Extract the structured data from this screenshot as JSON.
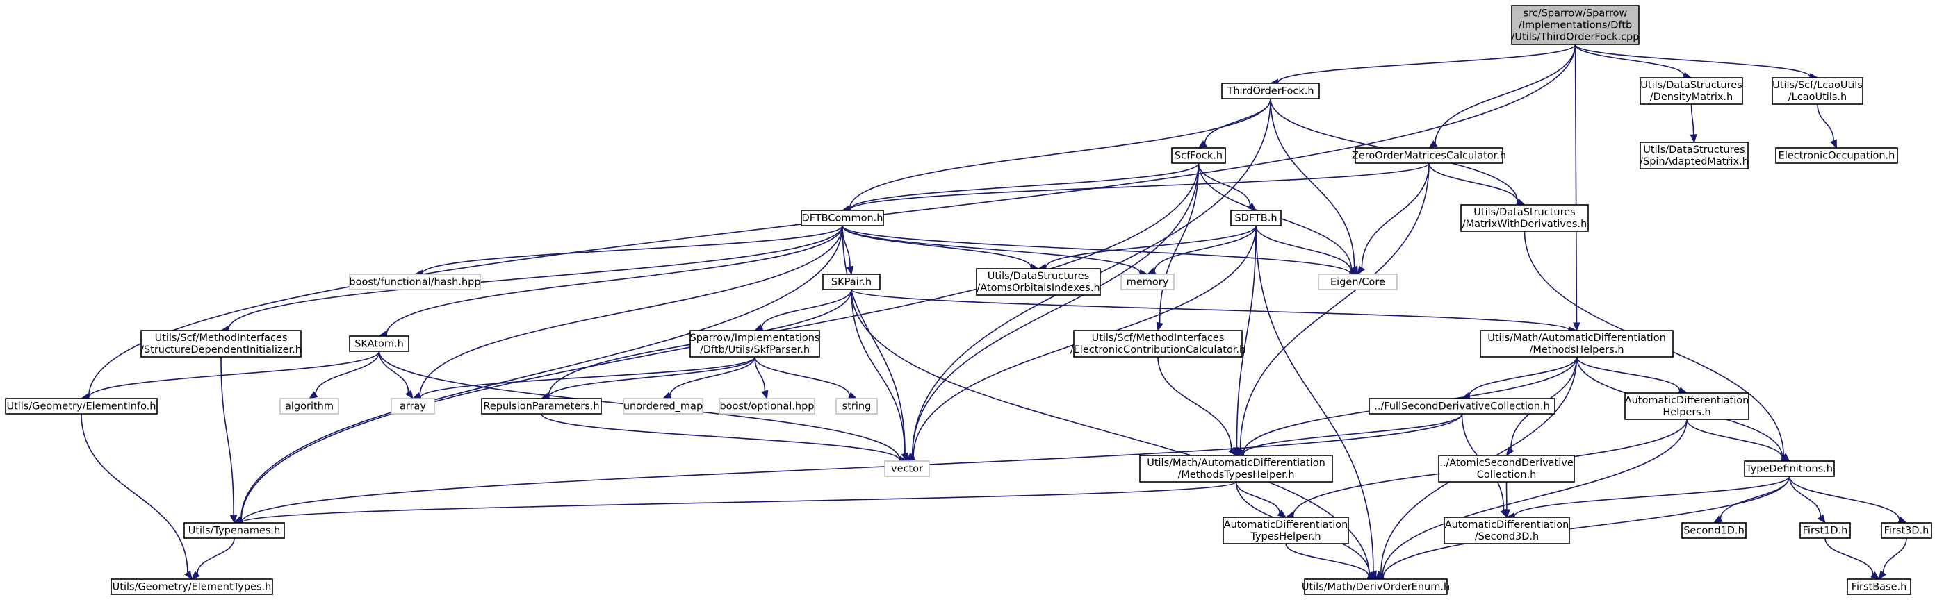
{
  "diagram": {
    "nodes": [
      {
        "id": "root",
        "lines": [
          "src/Sparrow/Sparrow",
          "/Implementations/Dftb",
          "/Utils/ThirdOrderFock.cpp"
        ],
        "kind": "root"
      },
      {
        "id": "thirdorderfock",
        "lines": [
          "ThirdOrderFock.h"
        ],
        "kind": "file"
      },
      {
        "id": "densitymatrix",
        "lines": [
          "Utils/DataStructures",
          "/DensityMatrix.h"
        ],
        "kind": "file"
      },
      {
        "id": "lcaoutils",
        "lines": [
          "Utils/Scf/LcaoUtils",
          "/LcaoUtils.h"
        ],
        "kind": "file"
      },
      {
        "id": "spinadapted",
        "lines": [
          "Utils/DataStructures",
          "/SpinAdaptedMatrix.h"
        ],
        "kind": "file"
      },
      {
        "id": "electronicocc",
        "lines": [
          "ElectronicOccupation.h"
        ],
        "kind": "file"
      },
      {
        "id": "scffock",
        "lines": [
          "ScfFock.h"
        ],
        "kind": "file"
      },
      {
        "id": "zeroorder",
        "lines": [
          "ZeroOrderMatricesCalculator.h"
        ],
        "kind": "file"
      },
      {
        "id": "dftbcommon",
        "lines": [
          "DFTBCommon.h"
        ],
        "kind": "file"
      },
      {
        "id": "sdftb",
        "lines": [
          "SDFTB.h"
        ],
        "kind": "file"
      },
      {
        "id": "matrixwithderiv",
        "lines": [
          "Utils/DataStructures",
          "/MatrixWithDerivatives.h"
        ],
        "kind": "file"
      },
      {
        "id": "hash",
        "lines": [
          "boost/functional/hash.hpp"
        ],
        "kind": "ext"
      },
      {
        "id": "skpair",
        "lines": [
          "SKPair.h"
        ],
        "kind": "file"
      },
      {
        "id": "atomsorbitals",
        "lines": [
          "Utils/DataStructures",
          "/AtomsOrbitalsIndexes.h"
        ],
        "kind": "file"
      },
      {
        "id": "memory",
        "lines": [
          "memory"
        ],
        "kind": "ext"
      },
      {
        "id": "eigen",
        "lines": [
          "Eigen/Core"
        ],
        "kind": "ext"
      },
      {
        "id": "structdep",
        "lines": [
          "Utils/Scf/MethodInterfaces",
          "/StructureDependentInitializer.h"
        ],
        "kind": "file"
      },
      {
        "id": "skatom",
        "lines": [
          "SKAtom.h"
        ],
        "kind": "file"
      },
      {
        "id": "skfparser",
        "lines": [
          "Sparrow/Implementations",
          "/Dftb/Utils/SkfParser.h"
        ],
        "kind": "file"
      },
      {
        "id": "electroniccontrib",
        "lines": [
          "Utils/Scf/MethodInterfaces",
          "/ElectronicContributionCalculator.h"
        ],
        "kind": "file"
      },
      {
        "id": "methodshelpers",
        "lines": [
          "Utils/Math/AutomaticDifferentiation",
          "/MethodsHelpers.h"
        ],
        "kind": "file"
      },
      {
        "id": "elementinfo",
        "lines": [
          "Utils/Geometry/ElementInfo.h"
        ],
        "kind": "file"
      },
      {
        "id": "algorithm",
        "lines": [
          "algorithm"
        ],
        "kind": "ext"
      },
      {
        "id": "array",
        "lines": [
          "array"
        ],
        "kind": "ext"
      },
      {
        "id": "repulsion",
        "lines": [
          "RepulsionParameters.h"
        ],
        "kind": "file"
      },
      {
        "id": "unorderedmap",
        "lines": [
          "unordered_map"
        ],
        "kind": "ext"
      },
      {
        "id": "optional",
        "lines": [
          "boost/optional.hpp"
        ],
        "kind": "ext"
      },
      {
        "id": "string",
        "lines": [
          "string"
        ],
        "kind": "ext"
      },
      {
        "id": "fullsecond",
        "lines": [
          "../FullSecondDerivativeCollection.h"
        ],
        "kind": "file"
      },
      {
        "id": "autodiffhelpers",
        "lines": [
          "AutomaticDifferentiation",
          "Helpers.h"
        ],
        "kind": "file"
      },
      {
        "id": "vector",
        "lines": [
          "vector"
        ],
        "kind": "ext"
      },
      {
        "id": "methodstypes",
        "lines": [
          "Utils/Math/AutomaticDifferentiation",
          "/MethodsTypesHelper.h"
        ],
        "kind": "file"
      },
      {
        "id": "atomicsecond",
        "lines": [
          "../AtomicSecondDerivative",
          "Collection.h"
        ],
        "kind": "file"
      },
      {
        "id": "typedefs",
        "lines": [
          "TypeDefinitions.h"
        ],
        "kind": "file"
      },
      {
        "id": "typenames",
        "lines": [
          "Utils/Typenames.h"
        ],
        "kind": "file"
      },
      {
        "id": "autodifftypes",
        "lines": [
          "AutomaticDifferentiation",
          "TypesHelper.h"
        ],
        "kind": "file"
      },
      {
        "id": "second3d",
        "lines": [
          "AutomaticDifferentiation",
          "/Second3D.h"
        ],
        "kind": "file"
      },
      {
        "id": "second1d",
        "lines": [
          "Second1D.h"
        ],
        "kind": "file"
      },
      {
        "id": "first1d",
        "lines": [
          "First1D.h"
        ],
        "kind": "file"
      },
      {
        "id": "first3d",
        "lines": [
          "First3D.h"
        ],
        "kind": "file"
      },
      {
        "id": "elementtypes",
        "lines": [
          "Utils/Geometry/ElementTypes.h"
        ],
        "kind": "file"
      },
      {
        "id": "derivorder",
        "lines": [
          "Utils/Math/DerivOrderEnum.h"
        ],
        "kind": "file"
      },
      {
        "id": "firstbase",
        "lines": [
          "FirstBase.h"
        ],
        "kind": "file"
      }
    ],
    "edges": [
      [
        "root",
        "thirdorderfock"
      ],
      [
        "root",
        "densitymatrix"
      ],
      [
        "root",
        "lcaoutils"
      ],
      [
        "root",
        "zeroorder"
      ],
      [
        "root",
        "methodshelpers"
      ],
      [
        "root",
        "elementinfo"
      ],
      [
        "densitymatrix",
        "spinadapted"
      ],
      [
        "lcaoutils",
        "electronicocc"
      ],
      [
        "thirdorderfock",
        "scffock"
      ],
      [
        "thirdorderfock",
        "dftbcommon"
      ],
      [
        "thirdorderfock",
        "eigen"
      ],
      [
        "thirdorderfock",
        "matrixwithderiv"
      ],
      [
        "thirdorderfock",
        "vector"
      ],
      [
        "scffock",
        "dftbcommon"
      ],
      [
        "scffock",
        "sdftb"
      ],
      [
        "scffock",
        "eigen"
      ],
      [
        "scffock",
        "electroniccontrib"
      ],
      [
        "scffock",
        "vector"
      ],
      [
        "scffock",
        "typenames"
      ],
      [
        "zeroorder",
        "dftbcommon"
      ],
      [
        "zeroorder",
        "eigen"
      ],
      [
        "zeroorder",
        "matrixwithderiv"
      ],
      [
        "zeroorder",
        "methodstypes"
      ],
      [
        "dftbcommon",
        "hash"
      ],
      [
        "dftbcommon",
        "skpair"
      ],
      [
        "dftbcommon",
        "atomsorbitals"
      ],
      [
        "dftbcommon",
        "memory"
      ],
      [
        "dftbcommon",
        "eigen"
      ],
      [
        "dftbcommon",
        "structdep"
      ],
      [
        "dftbcommon",
        "skatom"
      ],
      [
        "dftbcommon",
        "array"
      ],
      [
        "dftbcommon",
        "vector"
      ],
      [
        "dftbcommon",
        "typenames"
      ],
      [
        "sdftb",
        "atomsorbitals"
      ],
      [
        "sdftb",
        "memory"
      ],
      [
        "sdftb",
        "eigen"
      ],
      [
        "sdftb",
        "vector"
      ],
      [
        "sdftb",
        "methodstypes"
      ],
      [
        "sdftb",
        "derivorder"
      ],
      [
        "matrixwithderiv",
        "typedefs"
      ],
      [
        "skpair",
        "skfparser"
      ],
      [
        "skpair",
        "methodshelpers"
      ],
      [
        "skpair",
        "repulsion"
      ],
      [
        "skpair",
        "vector"
      ],
      [
        "skpair",
        "derivorder"
      ],
      [
        "structdep",
        "typenames"
      ],
      [
        "skatom",
        "elementinfo"
      ],
      [
        "skatom",
        "algorithm"
      ],
      [
        "skatom",
        "array"
      ],
      [
        "skatom",
        "vector"
      ],
      [
        "skfparser",
        "array"
      ],
      [
        "skfparser",
        "repulsion"
      ],
      [
        "skfparser",
        "unorderedmap"
      ],
      [
        "skfparser",
        "optional"
      ],
      [
        "skfparser",
        "string"
      ],
      [
        "electroniccontrib",
        "methodstypes"
      ],
      [
        "methodshelpers",
        "methodstypes"
      ],
      [
        "methodshelpers",
        "fullsecond"
      ],
      [
        "methodshelpers",
        "atomicsecond"
      ],
      [
        "methodshelpers",
        "autodiffhelpers"
      ],
      [
        "methodshelpers",
        "typedefs"
      ],
      [
        "methodshelpers",
        "derivorder"
      ],
      [
        "elementinfo",
        "elementtypes"
      ],
      [
        "repulsion",
        "vector"
      ],
      [
        "fullsecond",
        "methodstypes"
      ],
      [
        "fullsecond",
        "second3d"
      ],
      [
        "fullsecond",
        "typenames"
      ],
      [
        "autodiffhelpers",
        "typedefs"
      ],
      [
        "autodiffhelpers",
        "autodifftypes"
      ],
      [
        "autodiffhelpers",
        "derivorder"
      ],
      [
        "methodstypes",
        "typenames"
      ],
      [
        "methodstypes",
        "autodifftypes"
      ],
      [
        "methodstypes",
        "derivorder"
      ],
      [
        "atomicsecond",
        "second3d"
      ],
      [
        "typedefs",
        "second3d"
      ],
      [
        "typedefs",
        "second1d"
      ],
      [
        "typedefs",
        "first1d"
      ],
      [
        "typedefs",
        "first3d"
      ],
      [
        "typedefs",
        "derivorder"
      ],
      [
        "typenames",
        "elementtypes"
      ],
      [
        "autodifftypes",
        "derivorder"
      ],
      [
        "first1d",
        "firstbase"
      ],
      [
        "first3d",
        "firstbase"
      ]
    ],
    "colors": {
      "edge": "#191970",
      "node_border": "#000000",
      "external_border": "#bfbfbf",
      "root_fill": "#bfbfbf"
    }
  }
}
